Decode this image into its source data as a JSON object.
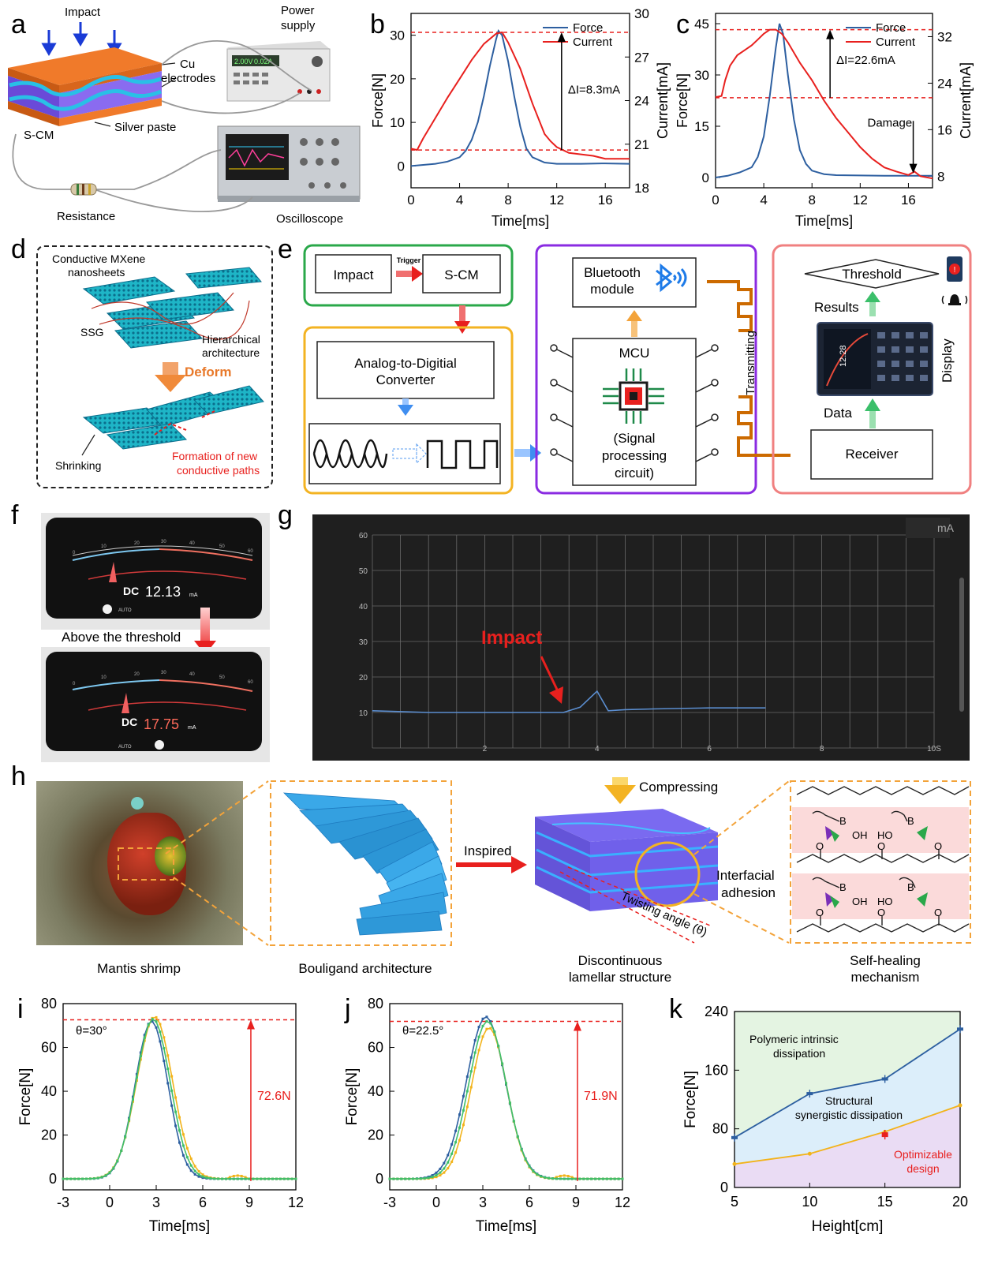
{
  "panels": {
    "a": "a",
    "b": "b",
    "c": "c",
    "d": "d",
    "e": "e",
    "f": "f",
    "g": "g",
    "h": "h",
    "i": "i",
    "j": "j",
    "k": "k"
  },
  "colors": {
    "force": "#2d5fa0",
    "current": "#e8201e",
    "dash": "#e8201e",
    "green_box": "#2aa84a",
    "yellow_box": "#f3b322",
    "purple_box": "#8a2be2",
    "pink_box": "#f08080",
    "orange_line": "#cc6a00",
    "series_blue": "#2d5fa0",
    "series_yellow": "#f2b31a",
    "series_green": "#3fbf6a"
  },
  "a": {
    "impact": "Impact",
    "power_supply_l1": "Power",
    "power_supply_l2": "supply",
    "cu_l1": "Cu",
    "cu_l2": "electrodes",
    "silver": "Silver paste",
    "scm": "S-CM",
    "resistance": "Resistance",
    "oscilloscope": "Oscilloscope",
    "ps_display_v": "2.00V",
    "ps_display_a": "0.02A"
  },
  "d": {
    "mxene_l1": "Conductive MXene",
    "mxene_l2": "nanosheets",
    "ssg": "SSG",
    "hier_l1": "Hierarchical",
    "hier_l2": "architecture",
    "deform": "Deform",
    "shrinking": "Shrinking",
    "newpath_l1": "Formation of new",
    "newpath_l2": "conductive paths"
  },
  "e": {
    "impact": "Impact",
    "trigger": "Trigger",
    "scm": "S-CM",
    "adc_l1": "Analog-to-Digitial",
    "adc_l2": "Converter",
    "bt_l1": "Bluetooth",
    "bt_l2": "module",
    "mcu": "MCU",
    "sig_l1": "(Signal",
    "sig_l2": "processing",
    "sig_l3": "circuit)",
    "transmitting": "Transmitting",
    "threshold": "Threshold",
    "results": "Results",
    "display": "Display",
    "data": "Data",
    "receiver": "Receiver",
    "screen_value": "12.28"
  },
  "f": {
    "dc": "DC",
    "value1": "12.13",
    "value2": "17.75",
    "unit": "mA",
    "auto": "AUTO",
    "above": "Above the threshold",
    "scale": [
      "0",
      "10",
      "20",
      "30",
      "40",
      "50",
      "60"
    ]
  },
  "g": {
    "unit": "mA",
    "impact": "Impact",
    "yticks": [
      "60",
      "50",
      "40",
      "30",
      "20",
      "10"
    ],
    "xticks": [
      "2",
      "4",
      "6",
      "8",
      "10S"
    ]
  },
  "h": {
    "compressing": "Compressing",
    "inspired": "Inspired",
    "interfacial_l1": "Interfacial",
    "interfacial_l2": "adhesion",
    "twisting": "Twisting angle (θ)",
    "mantis": "Mantis shrimp",
    "bouligand": "Bouligand architecture",
    "disc_l1": "Discontinuous",
    "disc_l2": "lamellar structure",
    "self_l1": "Self-healing",
    "self_l2": "mechanism",
    "chem_b": "B",
    "chem_oh": "OH",
    "chem_ho": "HO",
    "chem_o": "O"
  },
  "chart_data": [
    {
      "id": "b",
      "type": "line",
      "xlabel": "Time[ms]",
      "ylabel": "Force[N]",
      "y2label": "Current[mA]",
      "xlim": [
        0,
        18
      ],
      "ylim": [
        -5,
        35
      ],
      "y2lim": [
        18,
        30
      ],
      "xticks": [
        0,
        4,
        8,
        12,
        16
      ],
      "yticks": [
        0,
        10,
        20,
        30
      ],
      "y2ticks": [
        18,
        21,
        24,
        27,
        30
      ],
      "legend": "top-right",
      "annotation": "ΔI=8.3mA",
      "series": [
        {
          "name": "Force",
          "axis": "left",
          "x": [
            0,
            2,
            3,
            4,
            4.5,
            5,
            5.5,
            6,
            6.5,
            7,
            7.2,
            7.5,
            8,
            8.5,
            9,
            9.5,
            10,
            11,
            12,
            14,
            16,
            18
          ],
          "y": [
            0,
            0.5,
            1,
            2,
            3.5,
            6,
            10,
            16,
            23,
            29,
            31,
            30,
            24,
            16,
            9,
            4,
            2,
            0.8,
            0.5,
            0.5,
            0.6,
            0.5
          ]
        },
        {
          "name": "Current",
          "axis": "right",
          "x": [
            0,
            0.5,
            1,
            2,
            3,
            4,
            5,
            6,
            7,
            7.5,
            8,
            9,
            10,
            11,
            11.5,
            12,
            13,
            14,
            15,
            16,
            17,
            18
          ],
          "y": [
            20.7,
            20.6,
            21.4,
            22.8,
            24.2,
            25.5,
            26.8,
            27.9,
            28.6,
            28.7,
            28.0,
            26.2,
            23.8,
            21.7,
            21.2,
            20.8,
            20.4,
            20.3,
            20.2,
            20.0,
            20.0,
            20.0
          ]
        }
      ],
      "dashed_levels_right": [
        28.7,
        20.6
      ]
    },
    {
      "id": "c",
      "type": "line",
      "xlabel": "Time[ms]",
      "ylabel": "Force[N]",
      "y2label": "Current[mA]",
      "xlim": [
        0,
        18
      ],
      "ylim": [
        -3,
        48
      ],
      "y2lim": [
        6,
        36
      ],
      "xticks": [
        0,
        4,
        8,
        12,
        16
      ],
      "yticks": [
        0,
        15,
        30,
        45
      ],
      "y2ticks": [
        8,
        16,
        24,
        32
      ],
      "legend": "top-right",
      "annotations": [
        "ΔI=22.6mA",
        "Damage"
      ],
      "series": [
        {
          "name": "Force",
          "axis": "left",
          "x": [
            0,
            1,
            2,
            3,
            3.5,
            4,
            4.5,
            5,
            5.3,
            5.6,
            6,
            6.5,
            7,
            7.5,
            8,
            9,
            10,
            12,
            14,
            16,
            18
          ],
          "y": [
            0,
            0.5,
            1.5,
            3,
            6,
            12,
            24,
            38,
            45,
            42,
            30,
            17,
            8,
            4,
            2,
            1,
            0.7,
            0.6,
            0.5,
            0.5,
            0.5
          ]
        },
        {
          "name": "Current",
          "axis": "right",
          "x": [
            0,
            0.5,
            0.8,
            1.2,
            1.8,
            2.5,
            3,
            3.5,
            4,
            4.5,
            5,
            5.5,
            6,
            7,
            8,
            9,
            10,
            11,
            12,
            13,
            14,
            15,
            16,
            16.5,
            17,
            18
          ],
          "y": [
            21.6,
            21.8,
            24.5,
            27,
            28.8,
            29.8,
            30.5,
            31.5,
            32.5,
            33.2,
            33.2,
            32.5,
            31,
            27.5,
            24.5,
            21,
            18,
            15.5,
            13,
            11,
            9.5,
            8.8,
            8.2,
            8.8,
            8.0,
            7.6
          ]
        }
      ],
      "dashed_levels_right": [
        33.2,
        21.5
      ]
    },
    {
      "id": "g",
      "type": "line",
      "xlim": [
        0,
        10
      ],
      "ylim": [
        0,
        60
      ],
      "series": [
        {
          "name": "",
          "x": [
            0,
            1,
            2,
            3,
            3.4,
            3.7,
            4.0,
            4.2,
            4.5,
            5,
            6,
            7
          ],
          "y": [
            10.5,
            10,
            10,
            10,
            10,
            11.5,
            16,
            10.5,
            10.8,
            11,
            11.3,
            11.3
          ]
        }
      ]
    },
    {
      "id": "i",
      "type": "line",
      "xlabel": "Time[ms]",
      "ylabel": "Force[N]",
      "xlim": [
        -3,
        12
      ],
      "ylim": [
        -5,
        80
      ],
      "xticks": [
        -3,
        0,
        3,
        6,
        9,
        12
      ],
      "yticks": [
        0,
        20,
        40,
        60,
        80
      ],
      "annotation": "θ=30°",
      "arrow_label": "72.6N",
      "dashed_level": 72.6,
      "series": [
        {
          "name": "",
          "peak_x": 2.7,
          "peak": 72,
          "sigma": 1.05
        },
        {
          "name": "",
          "peak_x": 2.9,
          "peak": 74,
          "sigma": 1.15
        },
        {
          "name": "",
          "peak_x": 2.8,
          "peak": 73,
          "sigma": 1.1
        }
      ]
    },
    {
      "id": "j",
      "type": "line",
      "xlabel": "Time[ms]",
      "ylabel": "Force[N]",
      "xlim": [
        -3,
        12
      ],
      "ylim": [
        -5,
        80
      ],
      "xticks": [
        -3,
        0,
        3,
        6,
        9,
        12
      ],
      "yticks": [
        0,
        20,
        40,
        60,
        80
      ],
      "annotation": "θ=22.5°",
      "arrow_label": "71.9N",
      "dashed_level": 71.9,
      "series": [
        {
          "name": "",
          "peak_x": 3.2,
          "peak": 74,
          "sigma": 1.25
        },
        {
          "name": "",
          "peak_x": 3.4,
          "peak": 69,
          "sigma": 1.15
        },
        {
          "name": "",
          "peak_x": 3.3,
          "peak": 72,
          "sigma": 1.2
        }
      ]
    },
    {
      "id": "k",
      "type": "line",
      "xlabel": "Height[cm]",
      "ylabel": "Force[N]",
      "xlim": [
        5,
        20
      ],
      "ylim": [
        0,
        240
      ],
      "xticks": [
        5,
        10,
        15,
        20
      ],
      "yticks": [
        0,
        80,
        160,
        240
      ],
      "regions": [
        "Polymeric intrinsic dissipation",
        "Structural synergistic dissipation",
        "Optimizable design"
      ],
      "series": [
        {
          "name": "",
          "x": [
            5,
            10,
            15,
            20
          ],
          "y": [
            68,
            128,
            148,
            216
          ]
        },
        {
          "name": "",
          "x": [
            5,
            10,
            15,
            20
          ],
          "y": [
            32,
            46,
            76,
            112
          ]
        }
      ],
      "point": {
        "x": 15,
        "y": 72
      }
    }
  ]
}
